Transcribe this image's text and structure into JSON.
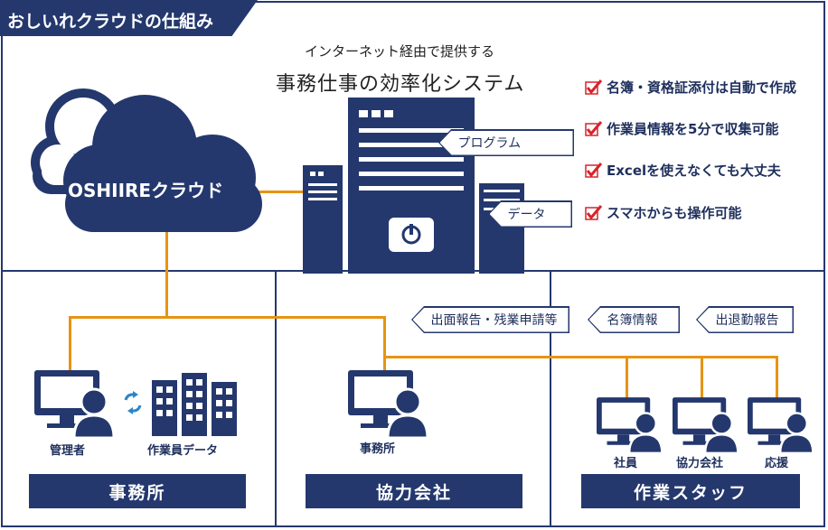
{
  "header": {
    "title": "おしいれクラウドの仕組み"
  },
  "subtitle": {
    "line1": "インターネット経由で提供する",
    "line2": "事務仕事の効率化システム"
  },
  "features": [
    "名簿・資格証添付は自動で作成",
    "作業員情報を5分で収集可能",
    "Excelを使えなくても大丈夫",
    "スマホからも操作可能"
  ],
  "cloud": {
    "label": "OSHIIREクラウド"
  },
  "server": {
    "program_label": "プログラム",
    "data_label": "データ"
  },
  "flow_tags": [
    "出面報告・残業申請等",
    "名簿情報",
    "出退勤報告"
  ],
  "nodes": {
    "admin": "管理者",
    "worker_data": "作業員データ",
    "office": "事務所",
    "employee": "社員",
    "partner": "協力会社",
    "support": "応援"
  },
  "sections": [
    "事務所",
    "協力会社",
    "作業スタッフ"
  ],
  "colors": {
    "navy": "#24386e",
    "orange": "#e69414",
    "red": "#d8232a"
  }
}
